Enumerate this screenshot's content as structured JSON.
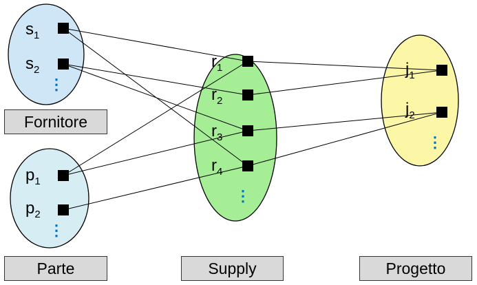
{
  "entities": {
    "fornitore": {
      "label": "Fornitore",
      "color": "#cfe6f7",
      "elements": [
        {
          "base": "s",
          "sub": "1"
        },
        {
          "base": "s",
          "sub": "2"
        }
      ],
      "ellipsis": "⋮"
    },
    "parte": {
      "label": "Parte",
      "color": "#d6eef3",
      "elements": [
        {
          "base": "p",
          "sub": "1"
        },
        {
          "base": "p",
          "sub": "2"
        }
      ],
      "ellipsis": "⋮"
    },
    "supply": {
      "label": "Supply",
      "color": "#a6ee96",
      "elements": [
        {
          "base": "r",
          "sub": "1"
        },
        {
          "base": "r",
          "sub": "2"
        },
        {
          "base": "r",
          "sub": "3"
        },
        {
          "base": "r",
          "sub": "4"
        }
      ],
      "ellipsis": "⋮"
    },
    "progetto": {
      "label": "Progetto",
      "color": "#fbf7a6",
      "elements": [
        {
          "base": "j",
          "sub": "1"
        },
        {
          "base": "j",
          "sub": "2"
        }
      ],
      "ellipsis": "⋮"
    }
  },
  "links": [
    [
      "s1",
      "r1"
    ],
    [
      "s1",
      "r4"
    ],
    [
      "s2",
      "r2"
    ],
    [
      "s2",
      "r3"
    ],
    [
      "p1",
      "r1"
    ],
    [
      "p1",
      "r3"
    ],
    [
      "p2",
      "r4"
    ],
    [
      "r1",
      "j1"
    ],
    [
      "r2",
      "j1"
    ],
    [
      "r3",
      "j2"
    ],
    [
      "r4",
      "j2"
    ]
  ],
  "colors": {
    "ellipsis_dots": "#0070c0",
    "node": "#000000",
    "line": "#000000",
    "box_fill": "#d9d9d9"
  }
}
